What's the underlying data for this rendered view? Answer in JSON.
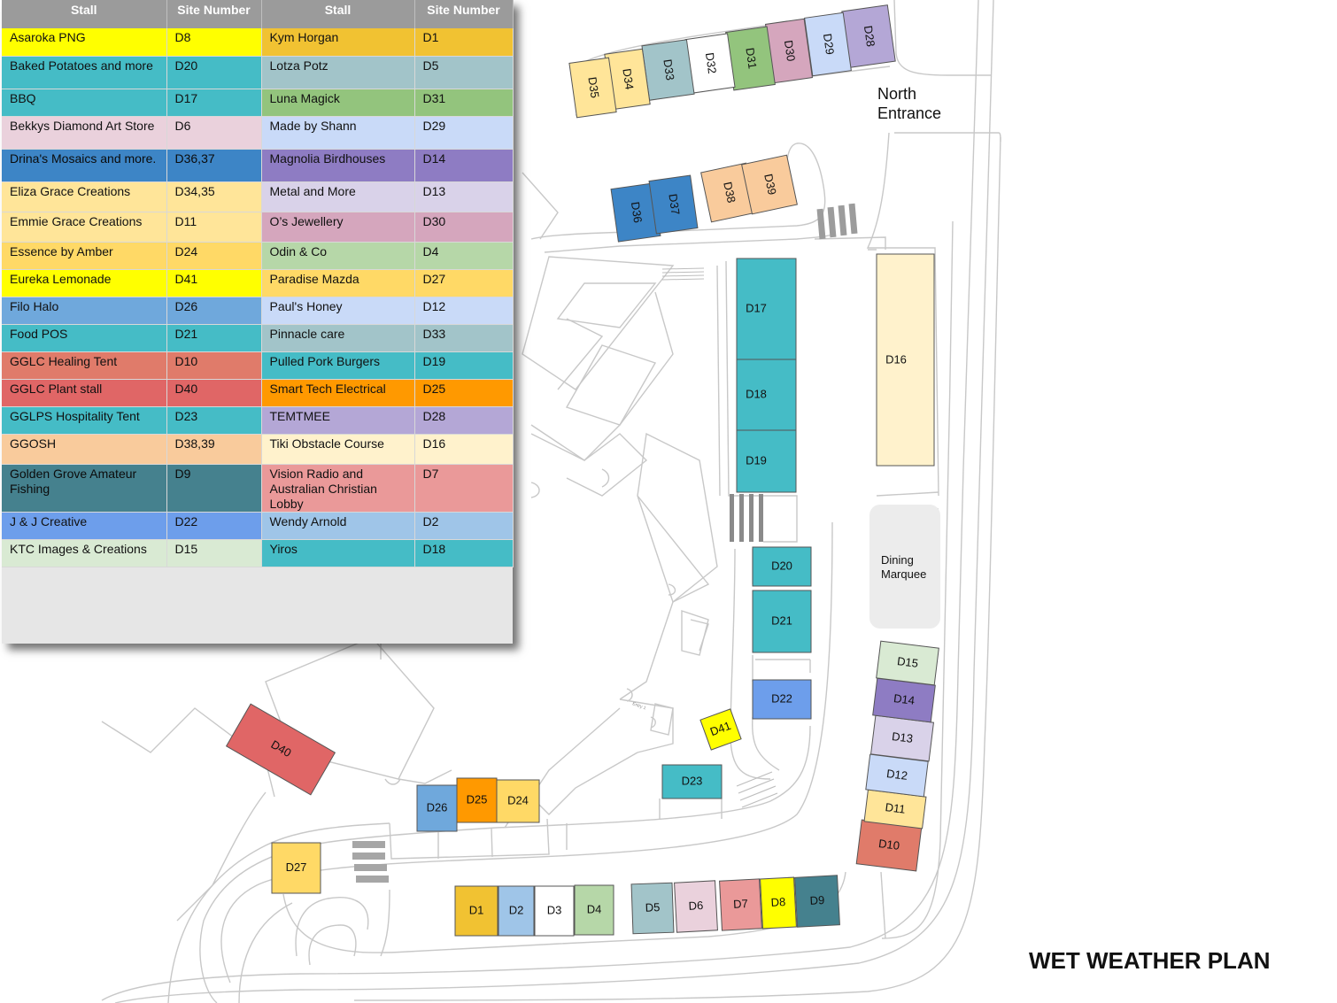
{
  "title": "WET WEATHER PLAN",
  "legend": {
    "headers": [
      "Stall",
      "Site Number",
      "Stall",
      "Site Number"
    ],
    "rows": [
      {
        "left": {
          "name": "Asaroka PNG",
          "site": "D8",
          "color": "#ffff00"
        },
        "right": {
          "name": "Kym Horgan",
          "site": "D1",
          "color": "#f1c232"
        }
      },
      {
        "left": {
          "name": "Baked Potatoes and more",
          "site": "D20",
          "color": "#45bcc6"
        },
        "right": {
          "name": "Lotza Potz",
          "site": "D5",
          "color": "#a2c4c9"
        }
      },
      {
        "left": {
          "name": "BBQ",
          "site": "D17",
          "color": "#45bcc6"
        },
        "right": {
          "name": "Luna Magick",
          "site": "D31",
          "color": "#93c47d"
        }
      },
      {
        "left": {
          "name": "Bekkys Diamond Art Store",
          "site": "D6",
          "color": "#ead1dc"
        },
        "right": {
          "name": "Made by Shann",
          "site": "D29",
          "color": "#c9daf8"
        }
      },
      {
        "left": {
          "name": "Drina's Mosaics and more.",
          "site": "D36,37",
          "color": "#3d85c6"
        },
        "right": {
          "name": "Magnolia Birdhouses",
          "site": "D14",
          "color": "#8e7cc3"
        }
      },
      {
        "left": {
          "name": "Eliza Grace Creations",
          "site": "D34,35",
          "color": "#ffe599"
        },
        "right": {
          "name": "Metal and More",
          "site": "D13",
          "color": "#d9d2e9"
        }
      },
      {
        "left": {
          "name": "Emmie Grace Creations",
          "site": "D11",
          "color": "#ffe599"
        },
        "right": {
          "name": "O’s Jewellery",
          "site": "D30",
          "color": "#d5a6bd"
        }
      },
      {
        "left": {
          "name": "Essence by Amber",
          "site": "D24",
          "color": "#ffd966"
        },
        "right": {
          "name": "Odin & Co",
          "site": "D4",
          "color": "#b6d7a8"
        }
      },
      {
        "left": {
          "name": "Eureka Lemonade",
          "site": "D41",
          "color": "#ffff00"
        },
        "right": {
          "name": "Paradise Mazda",
          "site": "D27",
          "color": "#ffd966"
        }
      },
      {
        "left": {
          "name": "Filo Halo",
          "site": "D26",
          "color": "#6fa8dc"
        },
        "right": {
          "name": "Paul's Honey",
          "site": "D12",
          "color": "#c9daf8"
        }
      },
      {
        "left": {
          "name": "Food POS",
          "site": "D21",
          "color": "#45bcc6"
        },
        "right": {
          "name": "Pinnacle care",
          "site": "D33",
          "color": "#a2c4c9"
        }
      },
      {
        "left": {
          "name": "GGLC Healing Tent",
          "site": "D10",
          "color": "#e07b6a"
        },
        "right": {
          "name": "Pulled Pork Burgers",
          "site": "D19",
          "color": "#45bcc6"
        }
      },
      {
        "left": {
          "name": "GGLC Plant stall",
          "site": "D40",
          "color": "#e06666"
        },
        "right": {
          "name": "Smart Tech Electrical",
          "site": "D25",
          "color": "#ff9900"
        }
      },
      {
        "left": {
          "name": "GGLPS Hospitality Tent",
          "site": "D23",
          "color": "#45bcc6"
        },
        "right": {
          "name": "TEMTMEE",
          "site": "D28",
          "color": "#b4a7d6"
        }
      },
      {
        "left": {
          "name": "GGOSH",
          "site": "D38,39",
          "color": "#f9cb9c"
        },
        "right": {
          "name": "Tiki Obstacle Course",
          "site": "D16",
          "color": "#fff2cc"
        }
      },
      {
        "left": {
          "name": "Golden Grove Amateur Fishing",
          "site": "D9",
          "color": "#45818e"
        },
        "right": {
          "name": "Vision Radio and Australian Christian Lobby",
          "site": "D7",
          "color": "#ea9999"
        }
      },
      {
        "left": {
          "name": "J & J Creative",
          "site": "D22",
          "color": "#6d9eeb"
        },
        "right": {
          "name": "Wendy Arnold",
          "site": "D2",
          "color": "#9fc5e8"
        }
      },
      {
        "left": {
          "name": "KTC Images & Creations",
          "site": "D15",
          "color": "#d9ead3"
        },
        "right": {
          "name": "Yiros",
          "site": "D18",
          "color": "#45bcc6"
        }
      }
    ]
  },
  "map_labels": {
    "north_entrance_line1": "North",
    "north_entrance_line2": "Entrance",
    "dining_line1": "Dining",
    "dining_line2": "Marquee",
    "building_small": "Entry 1"
  },
  "stalls": [
    {
      "id": "D1",
      "color": "#f1c232"
    },
    {
      "id": "D2",
      "color": "#9fc5e8"
    },
    {
      "id": "D3",
      "color": "#ffffff"
    },
    {
      "id": "D4",
      "color": "#b6d7a8"
    },
    {
      "id": "D5",
      "color": "#a2c4c9"
    },
    {
      "id": "D6",
      "color": "#ead1dc"
    },
    {
      "id": "D7",
      "color": "#ea9999"
    },
    {
      "id": "D8",
      "color": "#ffff00"
    },
    {
      "id": "D9",
      "color": "#45818e"
    },
    {
      "id": "D10",
      "color": "#e07b6a"
    },
    {
      "id": "D11",
      "color": "#ffe599"
    },
    {
      "id": "D12",
      "color": "#c9daf8"
    },
    {
      "id": "D13",
      "color": "#d9d2e9"
    },
    {
      "id": "D14",
      "color": "#8e7cc3"
    },
    {
      "id": "D15",
      "color": "#d9ead3"
    },
    {
      "id": "D16",
      "color": "#fff2cc"
    },
    {
      "id": "D17",
      "color": "#45bcc6"
    },
    {
      "id": "D18",
      "color": "#45bcc6"
    },
    {
      "id": "D19",
      "color": "#45bcc6"
    },
    {
      "id": "D20",
      "color": "#45bcc6"
    },
    {
      "id": "D21",
      "color": "#45bcc6"
    },
    {
      "id": "D22",
      "color": "#6d9eeb"
    },
    {
      "id": "D23",
      "color": "#45bcc6"
    },
    {
      "id": "D24",
      "color": "#ffd966"
    },
    {
      "id": "D25",
      "color": "#ff9900"
    },
    {
      "id": "D26",
      "color": "#6fa8dc"
    },
    {
      "id": "D27",
      "color": "#ffd966"
    },
    {
      "id": "D28",
      "color": "#b4a7d6"
    },
    {
      "id": "D29",
      "color": "#c9daf8"
    },
    {
      "id": "D30",
      "color": "#d5a6bd"
    },
    {
      "id": "D31",
      "color": "#93c47d"
    },
    {
      "id": "D32",
      "color": "#ffffff"
    },
    {
      "id": "D33",
      "color": "#a2c4c9"
    },
    {
      "id": "D34",
      "color": "#ffe599"
    },
    {
      "id": "D35",
      "color": "#ffe599"
    },
    {
      "id": "D36",
      "color": "#3d85c6"
    },
    {
      "id": "D37",
      "color": "#3d85c6"
    },
    {
      "id": "D38",
      "color": "#f9cb9c"
    },
    {
      "id": "D39",
      "color": "#f9cb9c"
    },
    {
      "id": "D40",
      "color": "#e06666"
    },
    {
      "id": "D41",
      "color": "#ffff00"
    }
  ]
}
